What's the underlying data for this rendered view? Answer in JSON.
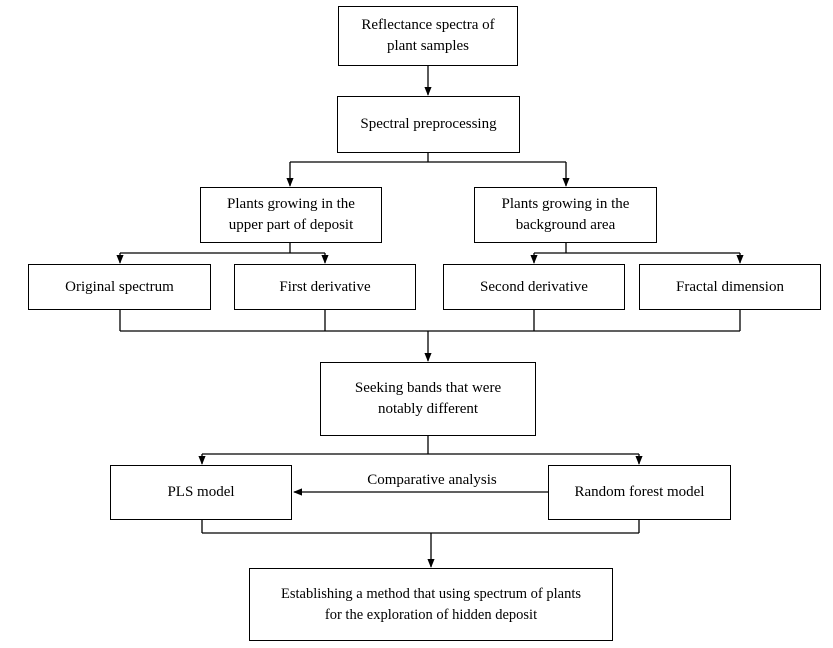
{
  "diagram": {
    "nodes": {
      "reflectance": "Reflectance spectra of\nplant samples",
      "preprocessing": "Spectral preprocessing",
      "upper_plants": "Plants growing in the\nupper part of deposit",
      "background_plants": "Plants growing in the\nbackground area",
      "original_spectrum": "Original spectrum",
      "first_derivative": "First derivative",
      "second_derivative": "Second derivative",
      "fractal_dimension": "Fractal dimension",
      "seeking_bands": "Seeking bands that were\nnotably different",
      "pls_model": "PLS model",
      "random_forest": "Random forest model",
      "establishing": "Establishing a method that using spectrum of plants\nfor the exploration of hidden deposit"
    },
    "edge_labels": {
      "comparative": "Comparative analysis"
    }
  }
}
